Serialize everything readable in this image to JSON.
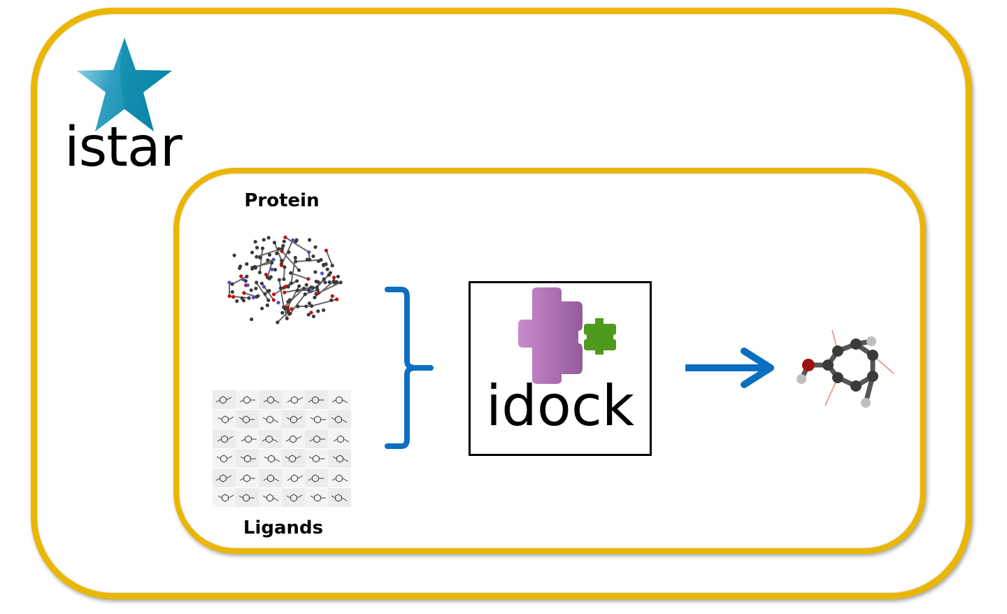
{
  "colors": {
    "frame": "#eab600",
    "arrow": "#0b6fc1",
    "star_light": "#8fd0e6",
    "star_dark": "#0a86a8",
    "puzzle_large": "#b072b6",
    "puzzle_small": "#4f9a1e"
  },
  "icons": {
    "logo": "star-icon",
    "idock": "puzzle-icon",
    "protein": "protein-structure-image",
    "ligands": "ligand-structures-image",
    "output": "small-molecule-image"
  },
  "labels": {
    "istar": "istar",
    "protein": "Protein",
    "ligands": "Ligands",
    "idock": "idock"
  }
}
